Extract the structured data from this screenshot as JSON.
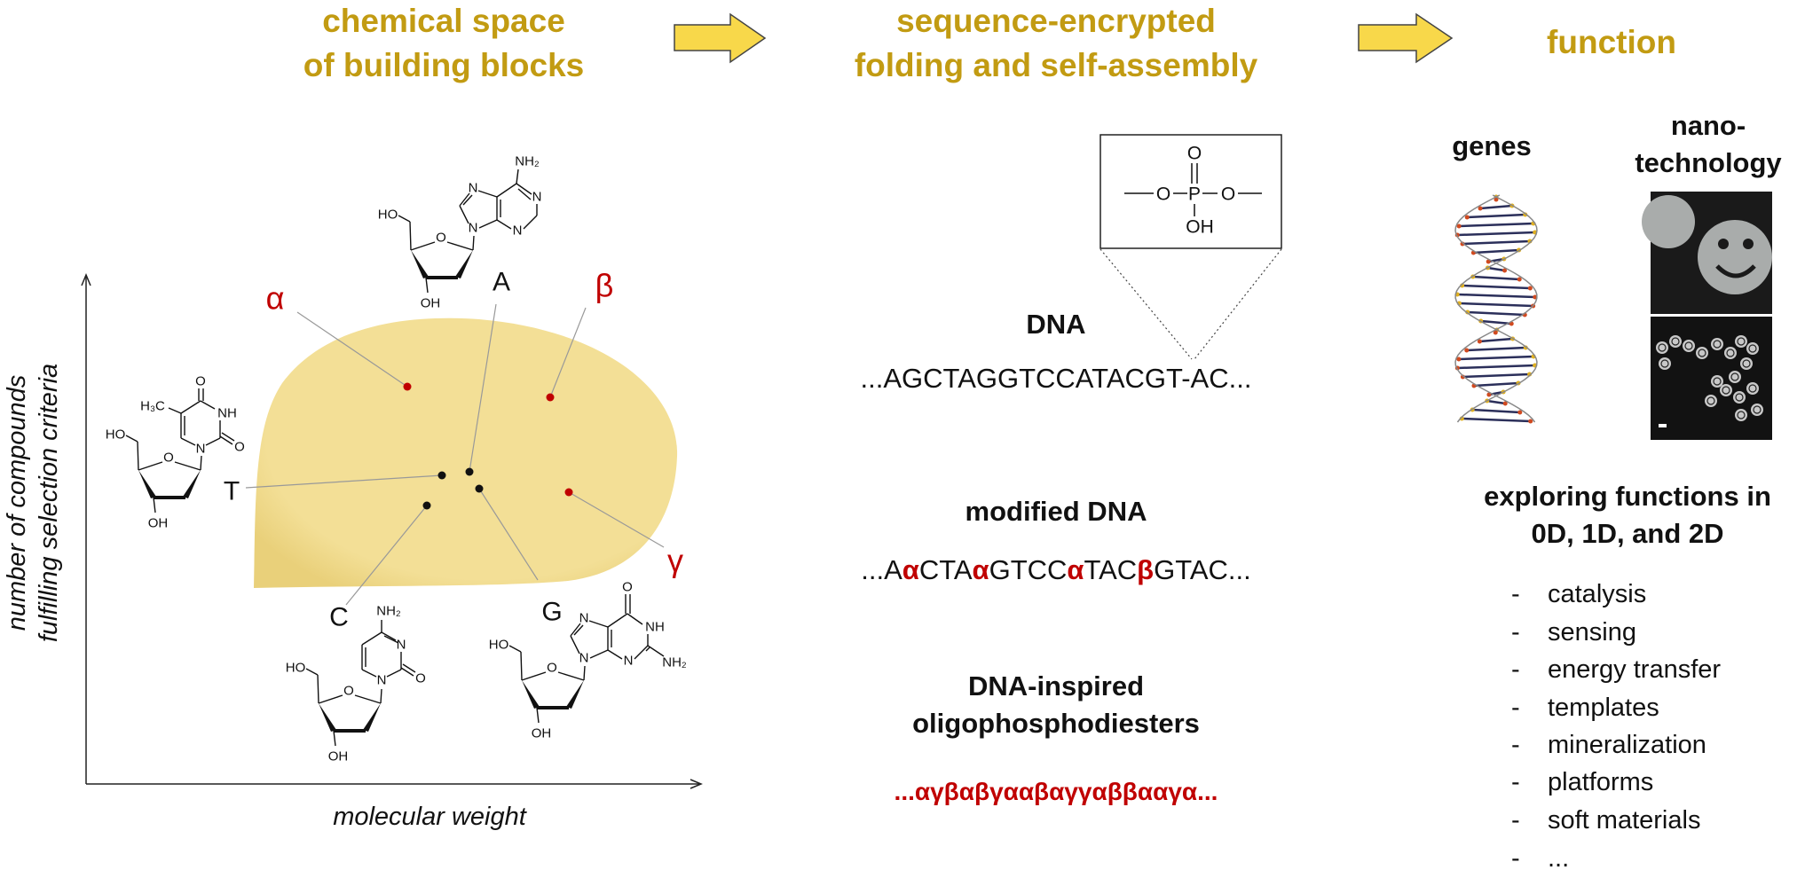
{
  "headers": {
    "col1": [
      "chemical space",
      "of building blocks"
    ],
    "col2": [
      "sequence-encrypted",
      "folding and self-assembly"
    ],
    "col3": [
      "function"
    ]
  },
  "colors": {
    "title": "#c29b12",
    "blob": "#f3df96",
    "arrow": "#f8d84a",
    "accent_red": "#c00000"
  },
  "chemical_space": {
    "y_axis_label": [
      "number of compounds",
      "fulfilling selection criteria"
    ],
    "x_axis_label": "molecular weight",
    "greek_labels": [
      "α",
      "β",
      "γ"
    ],
    "base_labels": [
      "A",
      "T",
      "C",
      "G"
    ],
    "molecules": {
      "A": [
        "NH₂",
        "N",
        "N",
        "N",
        "N",
        "HO",
        "O",
        "OH"
      ],
      "G": [
        "O",
        "NH",
        "NH₂",
        "N",
        "N",
        "N",
        "HO",
        "O",
        "OH"
      ],
      "T": [
        "O",
        "NH",
        "O",
        "N",
        "H₃C",
        "HO",
        "O",
        "OH"
      ],
      "C": [
        "NH₂",
        "N",
        "O",
        "N",
        "HO",
        "O",
        "OH"
      ]
    }
  },
  "phosphate": {
    "atoms": [
      "O",
      "O",
      "P",
      "O",
      "OH"
    ]
  },
  "middle": {
    "dna_title": "DNA",
    "dna_sequence": "...AGCTAGGTCCATACGT-AC...",
    "modified_title": "modified DNA",
    "modified_segments": [
      "...A",
      "α",
      "CTA",
      "α",
      "GTCC",
      "α",
      "TAC",
      "β",
      "GTAC..."
    ],
    "inspired_title": [
      "DNA-inspired",
      "oligophosphodiesters"
    ],
    "inspired_sequence": "...αγβαβγααβαγγαββααγα..."
  },
  "function": {
    "genes_label": "genes",
    "nano_label": [
      "nano-",
      "technology"
    ],
    "exploring_title": [
      "exploring functions in",
      "0D, 1D, and 2D"
    ],
    "list_bullet": "-",
    "items": [
      "catalysis",
      "sensing",
      "energy transfer",
      "templates",
      "mineralization",
      "platforms",
      "soft materials",
      "..."
    ]
  }
}
